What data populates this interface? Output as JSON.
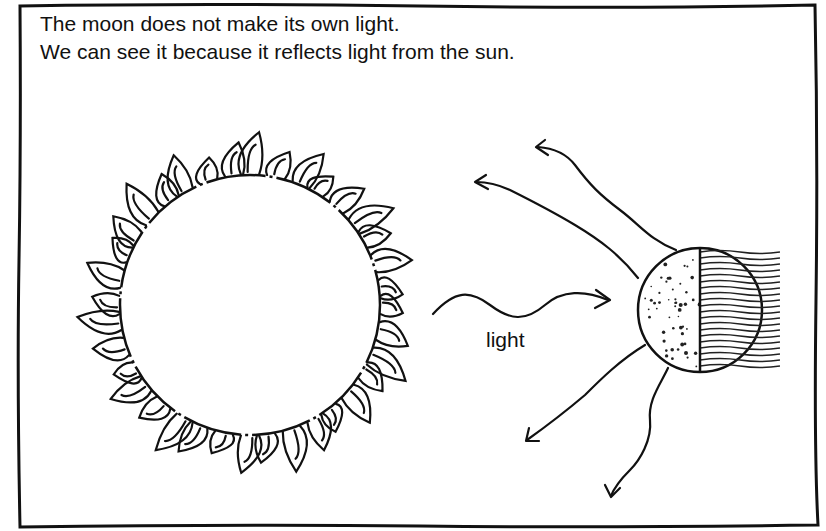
{
  "diagram": {
    "labels": [
      "The moon does not make its own light.",
      "We can see it because it reflects light from the sun.",
      "light"
    ]
  }
}
